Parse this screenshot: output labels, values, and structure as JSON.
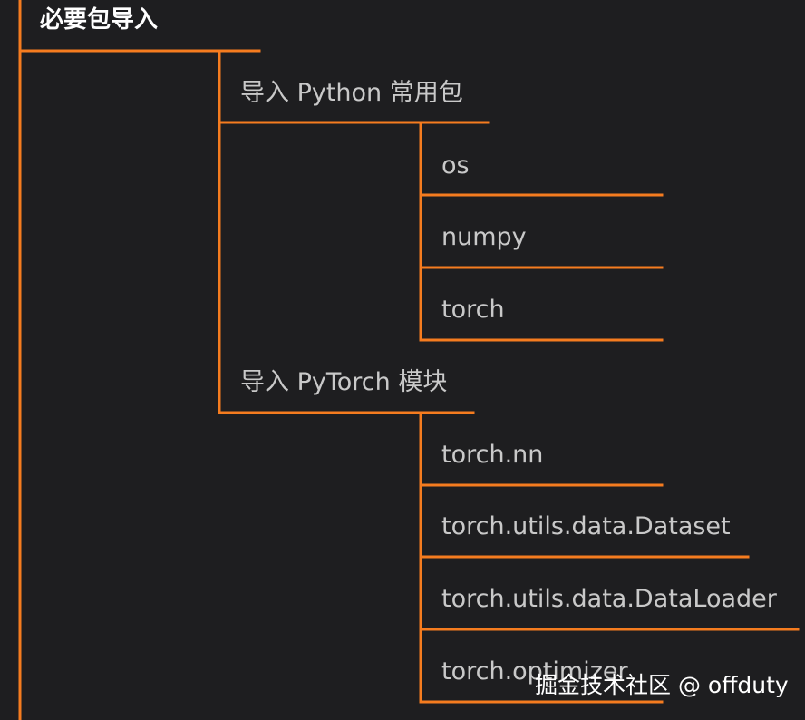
{
  "line_color": "#f57c1f",
  "background_color": "#1e1e20",
  "root": {
    "label": "必要包导入",
    "children": [
      {
        "label": "导入 Python 常用包",
        "children": [
          {
            "label": "os"
          },
          {
            "label": "numpy"
          },
          {
            "label": "torch"
          }
        ]
      },
      {
        "label": "导入 PyTorch 模块",
        "children": [
          {
            "label": "torch.nn"
          },
          {
            "label": "torch.utils.data.Dataset"
          },
          {
            "label": "torch.utils.data.DataLoader"
          },
          {
            "label": "torch.optimizer"
          }
        ]
      }
    ]
  },
  "watermark": "掘金技术社区 @ offduty"
}
